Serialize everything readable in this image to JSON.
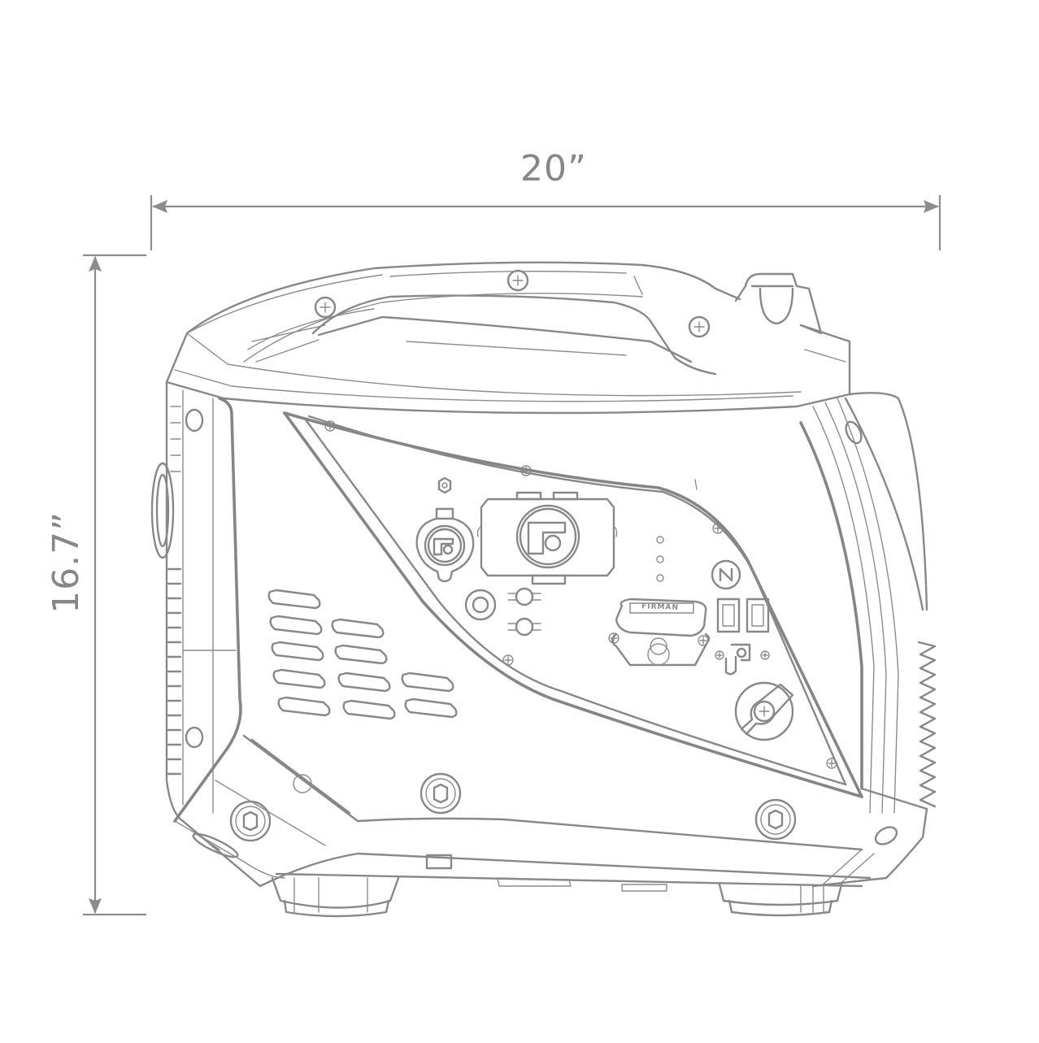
{
  "diagram": {
    "subject": "portable inverter generator, side view line drawing",
    "line_color": "#888888",
    "background": "#ffffff"
  },
  "dimensions": {
    "width": {
      "label": "20”",
      "orientation": "horizontal"
    },
    "height": {
      "label": "16.7”",
      "orientation": "vertical"
    }
  },
  "control_panel": {
    "brand_badge": "FIRMAN",
    "indicator_lights": 3,
    "outlets": [
      "dc-12v-socket",
      "ac-twistlock-outlet",
      "usb-port-1",
      "usb-port-2"
    ],
    "switches": 2
  },
  "vents": {
    "count": 12
  }
}
